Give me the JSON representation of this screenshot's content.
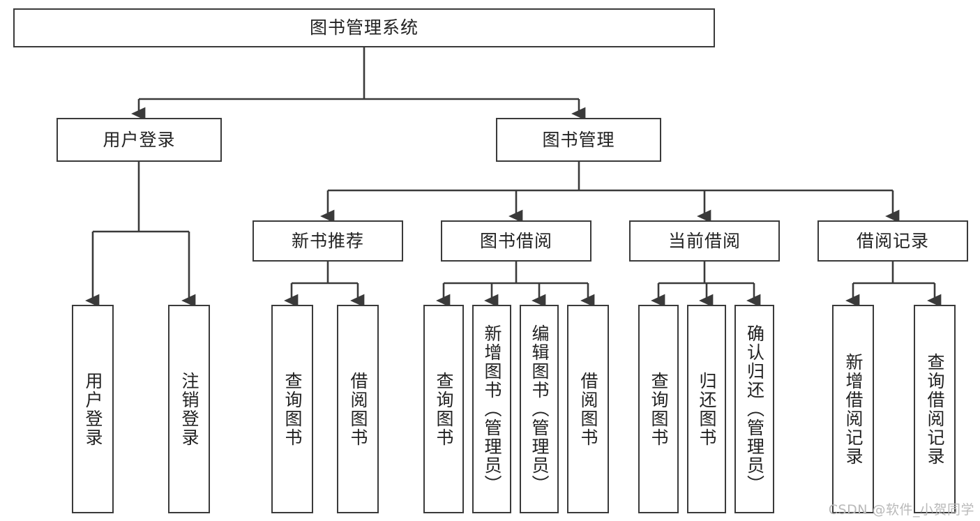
{
  "diagram": {
    "title": "图书管理系统",
    "type": "tree-structure-chart",
    "watermark": "CSDN @软件_小贺同学",
    "colors": {
      "box_border": "#3a3a3a",
      "box_fill": "#ffffff",
      "connector": "#3a3a3a",
      "text": "#222222",
      "watermark": "#b9b9b9",
      "background": "#ffffff"
    },
    "root": {
      "label": "图书管理系统"
    },
    "level2": [
      {
        "label": "用户登录"
      },
      {
        "label": "图书管理"
      }
    ],
    "level3": [
      {
        "label": "新书推荐"
      },
      {
        "label": "图书借阅"
      },
      {
        "label": "当前借阅"
      },
      {
        "label": "借阅记录"
      }
    ],
    "leaves": {
      "user_login": [
        {
          "label": "用户登录"
        },
        {
          "label": "注销登录"
        }
      ],
      "new_book_recommend": [
        {
          "label": "查询图书"
        },
        {
          "label": "借阅图书"
        }
      ],
      "book_borrow": [
        {
          "label": "查询图书"
        },
        {
          "label": "新增图书（管理员）"
        },
        {
          "label": "编辑图书（管理员）"
        },
        {
          "label": "借阅图书"
        }
      ],
      "current_borrow": [
        {
          "label": "查询图书"
        },
        {
          "label": "归还图书"
        },
        {
          "label": "确认归还（管理员）"
        }
      ],
      "borrow_record": [
        {
          "label": "新增借阅记录"
        },
        {
          "label": "查询借阅记录"
        }
      ]
    }
  }
}
